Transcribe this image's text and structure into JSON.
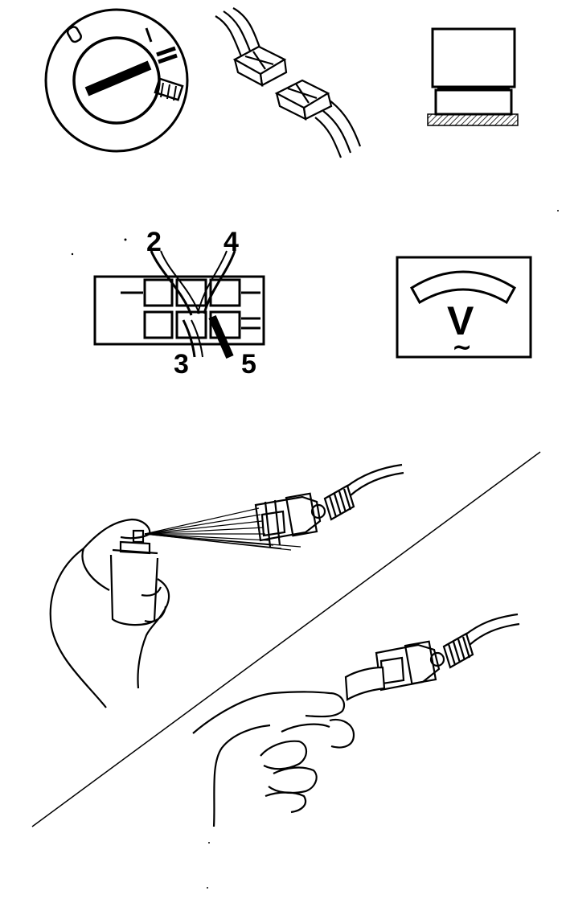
{
  "diagram": {
    "connector_pins": [
      "2",
      "4",
      "3",
      "5"
    ],
    "meter_symbol": "V",
    "meter_ac_symbol": "~"
  }
}
